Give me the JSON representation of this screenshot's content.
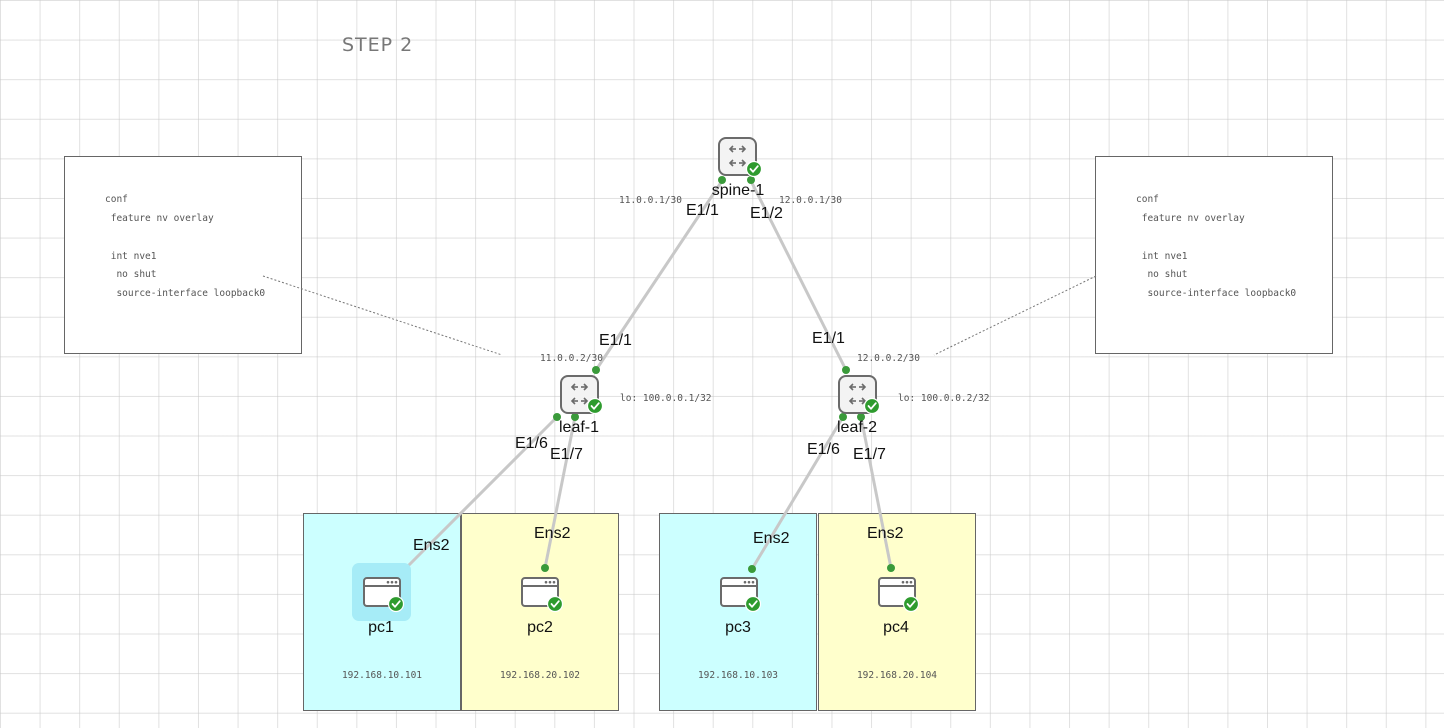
{
  "title": "STEP 2",
  "notes": {
    "left": [
      "conf",
      " feature nv overlay",
      "",
      " int nve1",
      "  no shut",
      "  source-interface loopback0"
    ],
    "right": [
      "conf",
      " feature nv overlay",
      "",
      " int nve1",
      "  no shut",
      "  source-interface loopback0"
    ]
  },
  "nodes": {
    "spine1": {
      "name": "spine-1",
      "type": "switch-icon"
    },
    "leaf1": {
      "name": "leaf-1",
      "type": "switch-icon",
      "loopback": "lo: 100.0.0.1/32"
    },
    "leaf2": {
      "name": "leaf-2",
      "type": "switch-icon",
      "loopback": "lo: 100.0.0.2/32"
    },
    "pc1": {
      "name": "pc1",
      "ip": "192.168.10.101",
      "iface": "Ens2"
    },
    "pc2": {
      "name": "pc2",
      "ip": "192.168.20.102",
      "iface": "Ens2"
    },
    "pc3": {
      "name": "pc3",
      "ip": "192.168.10.103",
      "iface": "Ens2"
    },
    "pc4": {
      "name": "pc4",
      "ip": "192.168.20.104",
      "iface": "Ens2"
    }
  },
  "links": {
    "spine_leaf1": {
      "a_iface": "E1/1",
      "a_ip": "11.0.0.1/30",
      "b_iface": "E1/1",
      "b_ip": "11.0.0.2/30"
    },
    "spine_leaf2": {
      "a_iface": "E1/2",
      "a_ip": "12.0.0.1/30",
      "b_iface": "E1/1",
      "b_ip": "12.0.0.2/30"
    },
    "leaf1_pc1": {
      "a_iface": "E1/6"
    },
    "leaf1_pc2": {
      "a_iface": "E1/7"
    },
    "leaf2_pc3": {
      "a_iface": "E1/6"
    },
    "leaf2_pc4": {
      "a_iface": "E1/7"
    }
  },
  "colors": {
    "zone_vlan10": "#ccffff",
    "zone_vlan20": "#ffffcc",
    "status_ok": "#2e9b2e",
    "link": "#c8c8c8",
    "port": "#3a9a3a"
  }
}
